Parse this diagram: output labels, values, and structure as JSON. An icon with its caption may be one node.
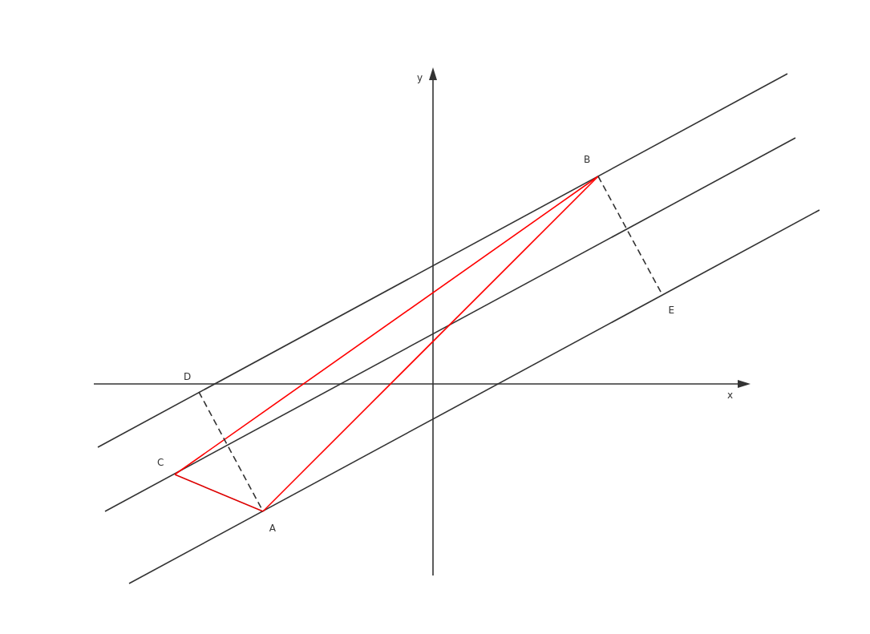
{
  "diagram": {
    "nodes": [
      {
        "text": [
          "B"
        ]
      },
      {
        "text": [
          "E"
        ]
      },
      {
        "text": [
          "D"
        ]
      },
      {
        "text": [
          "C"
        ]
      },
      {
        "text": [
          "A"
        ]
      }
    ],
    "edges": [
      {
        "from": 3,
        "to": 0,
        "arrow": "none",
        "color": "#ff0000"
      },
      {
        "from": 4,
        "to": 0,
        "arrow": "none",
        "color": "#ff0000"
      },
      {
        "from": 3,
        "to": 4,
        "arrow": "none",
        "color": "#dd0000"
      },
      {
        "from": 2,
        "to": 4,
        "arrow": "none",
        "style": "dashed",
        "color": "#333333"
      },
      {
        "from": 0,
        "to": 1,
        "arrow": "none",
        "style": "dashed",
        "color": "#333333"
      }
    ],
    "labels": [
      "y",
      "x"
    ]
  }
}
